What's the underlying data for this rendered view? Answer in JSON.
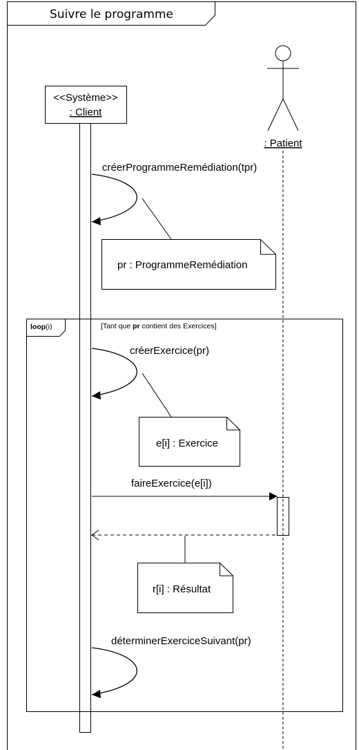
{
  "frame": {
    "title": "Suivre le programme"
  },
  "lifelines": {
    "client": {
      "stereotype": "<<Système>>",
      "name": ": Client"
    },
    "patient": {
      "name": ": Patient"
    }
  },
  "messages": [
    {
      "label": "créerProgrammeRemédiation(tpr)"
    },
    {
      "label": "créerExercice(pr)"
    },
    {
      "label": "faireExercice(e[i])"
    },
    {
      "label": "déterminerExerciceSuivant(pr)"
    }
  ],
  "notes": [
    {
      "text": "pr : ProgrammeRemédiation"
    },
    {
      "text": "e[i] : Exercice"
    },
    {
      "text": "r[i] : Résultat"
    }
  ],
  "loop": {
    "operator": "loop",
    "operator_arg": "(i)",
    "guard_open": "[Tant que ",
    "guard_bold": "pr",
    "guard_close": " contient des Exercices]"
  }
}
